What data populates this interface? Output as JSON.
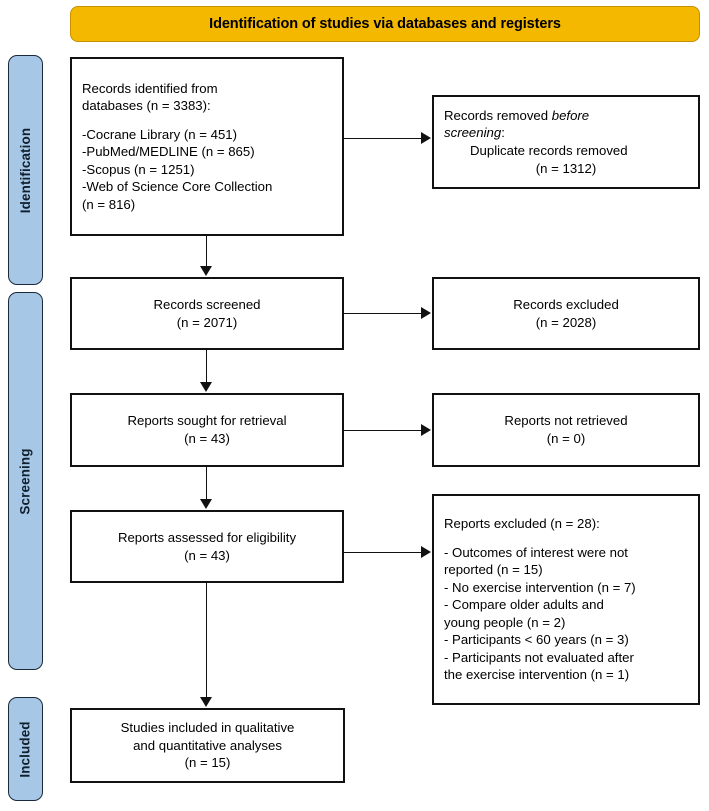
{
  "banner": {
    "title": "Identification of studies via databases and registers",
    "color": "#f5b800"
  },
  "stages": {
    "color": "#a7c7e7",
    "identification": "Identification",
    "screening": "Screening",
    "included": "Included"
  },
  "boxes": {
    "identified": {
      "heading": "Records identified from",
      "heading2": "databases (n = 3383):",
      "sources": [
        "-Cocrane Library (n = 451)",
        "-PubMed/MEDLINE (n = 865)",
        "-Scopus (n = 1251)",
        "-Web of Science Core Collection",
        "(n = 816)"
      ]
    },
    "removed": {
      "line1": "Records removed ",
      "line1_italic": "before",
      "line2_italic": "screening",
      "line2_tail": ":",
      "line3": "Duplicate records removed",
      "line4": "(n = 1312)"
    },
    "screened": {
      "line1": "Records screened",
      "line2": "(n = 2071)"
    },
    "excluded": {
      "line1": "Records excluded",
      "line2": "(n = 2028)"
    },
    "sought": {
      "line1": "Reports sought for retrieval",
      "line2": "(n = 43)"
    },
    "not_retrieved": {
      "line1": "Reports not retrieved",
      "line2": "(n = 0)"
    },
    "assessed": {
      "line1": "Reports assessed for eligibility",
      "line2": "(n = 43)"
    },
    "reports_excluded": {
      "heading": "Reports excluded (n = 28):",
      "reasons": [
        "- Outcomes of interest were not",
        "reported (n = 15)",
        "- No exercise intervention (n = 7)",
        "- Compare older adults and",
        "young people (n = 2)",
        "- Participants < 60 years (n = 3)",
        "- Participants not evaluated after",
        "the exercise intervention (n = 1)"
      ]
    },
    "included_final": {
      "line1": "Studies included in qualitative",
      "line2": "and quantitative analyses",
      "line3": "(n = 15)"
    }
  }
}
